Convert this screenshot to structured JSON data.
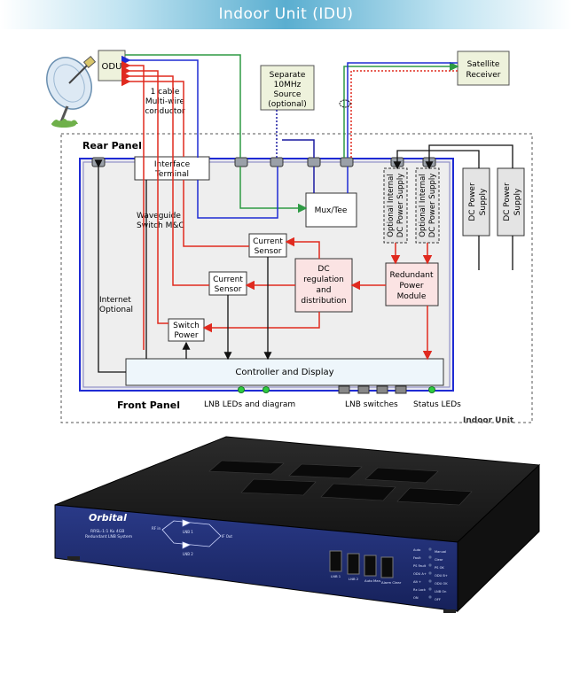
{
  "header": {
    "title": "Indoor Unit (IDU)"
  },
  "diagram": {
    "odu": "ODU",
    "cable_label": [
      "1 cable",
      "Multi-wire",
      "conductor"
    ],
    "ref_source": [
      "Separate",
      "10MHz",
      "Source",
      "(optional)"
    ],
    "satellite_receiver": [
      "Satellite",
      "Receiver"
    ],
    "rear_panel": "Rear Panel",
    "front_panel": "Front Panel",
    "indoor_unit": "Indoor Unit",
    "interface_terminal": [
      "Interface",
      "Terminal"
    ],
    "mux_tee": "Mux/Tee",
    "current_sensor": [
      "Current",
      "Sensor"
    ],
    "dc_regulation": [
      "DC",
      "regulation",
      "and",
      "distribution"
    ],
    "redundant_power": [
      "Redundant",
      "Power",
      "Module"
    ],
    "switch_power": [
      "Switch",
      "Power"
    ],
    "controller": "Controller and Display",
    "optional_psu": [
      "Optional Internal",
      "DC Power Supply"
    ],
    "dc_power_supply": [
      "DC Power",
      "Supply"
    ],
    "waveguide": [
      "Waveguide",
      "Switch M&C"
    ],
    "internet": [
      "Internet",
      "Optional"
    ],
    "lnb_leds": "LNB LEDs and diagram",
    "lnb_switches": "LNB switches",
    "status_leds": "Status LEDs"
  },
  "device": {
    "brand": "Orbital",
    "model": [
      "RRSL-1:1 Ku 4GB",
      "Redundant LNB System"
    ],
    "buttons": [
      "LNB 1",
      "LNB 2",
      "Auto Man.",
      "Alarm Clear"
    ],
    "schematic": [
      "RF in",
      "LNB 1",
      "LNB 2",
      "IF Out"
    ],
    "status": [
      [
        "Auto",
        "Manual"
      ],
      [
        "Fault",
        "Clear"
      ],
      [
        "PS Fault",
        "PS OK"
      ],
      [
        "ODU A+",
        "ODU B+"
      ],
      [
        "Alt +",
        "ODU OK"
      ],
      [
        "Rx Lock",
        "LNB On"
      ],
      [
        "ON",
        "OFF"
      ]
    ]
  },
  "colors": {
    "rf_green": "#2e9a44",
    "lnb_blue": "#1f2bd4",
    "power_red": "#e02a1f",
    "ref_blue": "#1a1aa0",
    "device_panel": "#1f2f7a",
    "accent": "#5aaed0"
  }
}
